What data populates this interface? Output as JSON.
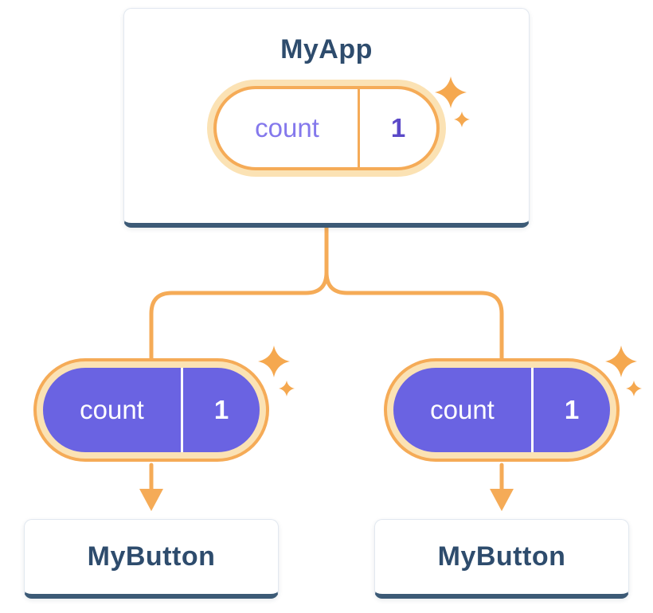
{
  "root_node": {
    "title": "MyApp",
    "state": {
      "label": "count",
      "value": "1"
    }
  },
  "child_nodes": [
    {
      "title": "MyButton",
      "state": {
        "label": "count",
        "value": "1"
      }
    },
    {
      "title": "MyButton",
      "state": {
        "label": "count",
        "value": "1"
      }
    }
  ],
  "colors": {
    "accent_orange": "#f5ab57",
    "orange_glow": "#fbe2b4",
    "sparkle_orange": "#f5a84f",
    "state_purple_fill": "#6a63e2",
    "state_label_purple": "#8478ec",
    "state_value_purple": "#5b49c8",
    "heading_navy": "#2e4c6d",
    "card_bottom_edge": "#3c5a76",
    "background": "#ffffff"
  }
}
